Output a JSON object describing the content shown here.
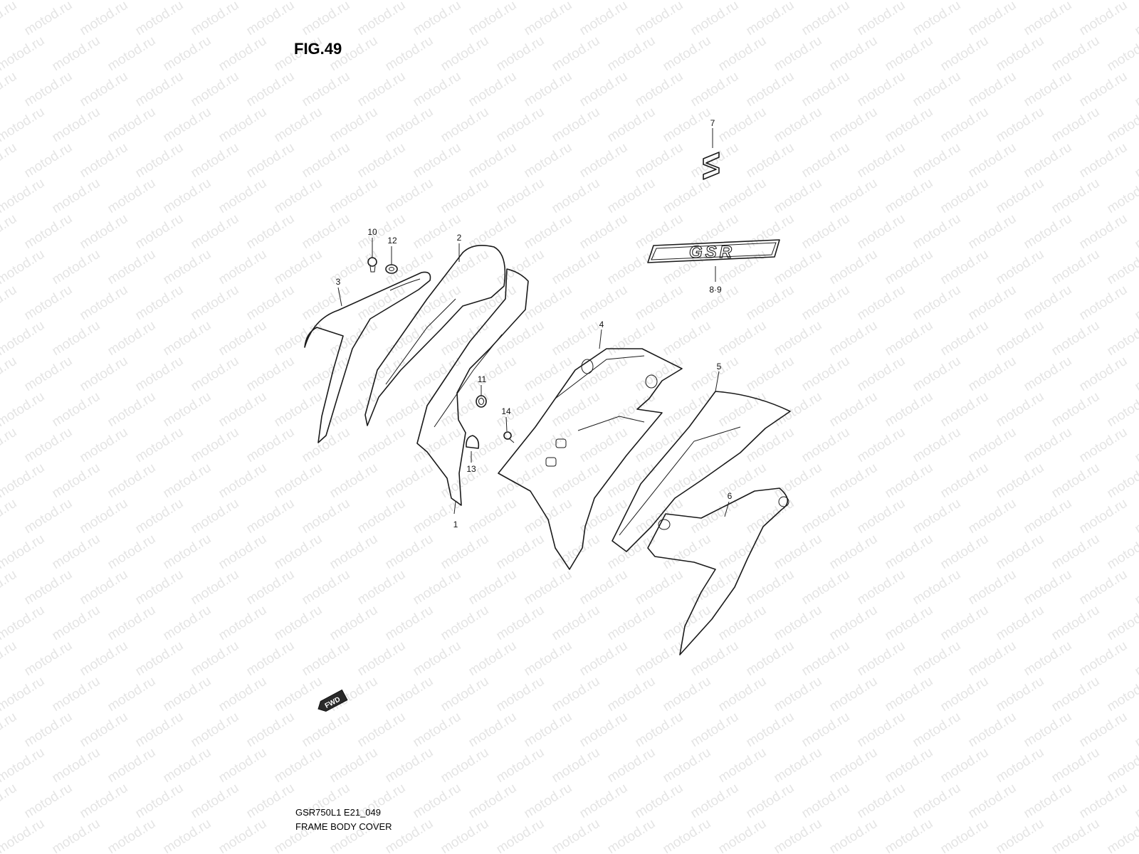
{
  "figure": {
    "title": "FIG.49",
    "model_code": "GSR750L1 E21_049",
    "subtitle": "FRAME BODY COVER"
  },
  "watermark": {
    "text": "motod.ru",
    "color": "#cfcfcf"
  },
  "emblems": {
    "logo_icon": "suzuki-s-logo-icon",
    "gsr_badge": "GSR"
  },
  "fwd_arrow": {
    "label": "FWD",
    "icon": "forward-arrow-icon"
  },
  "callouts": {
    "c1": "1",
    "c2": "2",
    "c3": "3",
    "c4": "4",
    "c5": "5",
    "c6": "6",
    "c7": "7",
    "c8_9": "8·9",
    "c10": "10",
    "c11": "11",
    "c12": "12",
    "c13": "13",
    "c14": "14"
  }
}
